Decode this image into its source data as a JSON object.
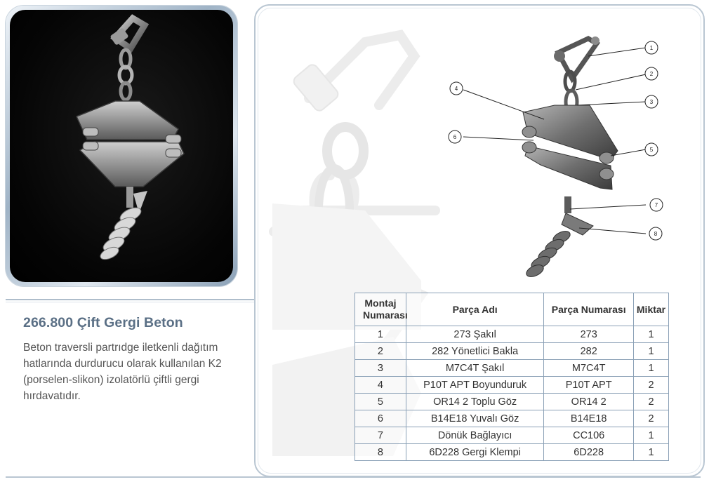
{
  "product": {
    "title": "266.800 Çift Gergi Beton",
    "description": "Beton traversli partrıdge iletkenli dağıtım hatlarında durdurucu olarak kullanılan K2 (porselen-slikon) izolatörlü çiftli gergi hırdavatıdır."
  },
  "callouts": [
    "1",
    "2",
    "3",
    "4",
    "5",
    "6",
    "7",
    "8"
  ],
  "table": {
    "headers": {
      "montaj": "Montaj Numarası",
      "parca_adi": "Parça Adı",
      "parca_no": "Parça Numarası",
      "miktar": "Miktar"
    },
    "rows": [
      {
        "no": "1",
        "name": "273 Şakıl",
        "part": "273",
        "qty": "1"
      },
      {
        "no": "2",
        "name": "282 Yönetlici Bakla",
        "part": "282",
        "qty": "1"
      },
      {
        "no": "3",
        "name": "M7C4T Şakıl",
        "part": "M7C4T",
        "qty": "1"
      },
      {
        "no": "4",
        "name": "P10T APT Boyunduruk",
        "part": "P10T APT",
        "qty": "2"
      },
      {
        "no": "5",
        "name": "OR14 2 Toplu Göz",
        "part": "OR14 2",
        "qty": "2"
      },
      {
        "no": "6",
        "name": "B14E18 Yuvalı Göz",
        "part": "B14E18",
        "qty": "2"
      },
      {
        "no": "7",
        "name": "Dönük Bağlayıcı",
        "part": "CC106",
        "qty": "1"
      },
      {
        "no": "8",
        "name": "6D228 Gergi Klempi",
        "part": "6D228",
        "qty": "1"
      }
    ]
  }
}
